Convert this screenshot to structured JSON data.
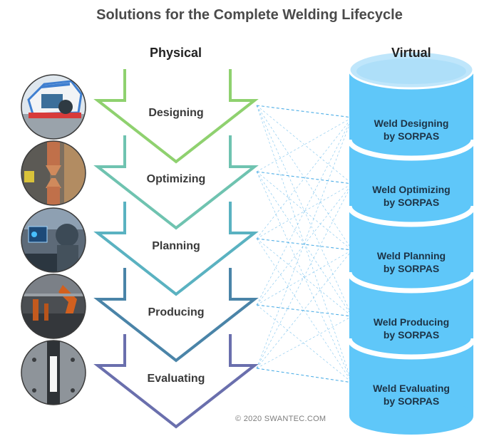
{
  "title": "Solutions for the Complete Welding Lifecycle",
  "physical_heading": "Physical",
  "virtual_heading": "Virtual",
  "stages": [
    {
      "label": "Designing",
      "color": "#8fd16f",
      "photo": "car-body-assembly",
      "virtual_line1": "Weld Designing",
      "virtual_line2": "by SORPAS"
    },
    {
      "label": "Optimizing",
      "color": "#6fc3b0",
      "photo": "welding-electrodes",
      "virtual_line1": "Weld Optimizing",
      "virtual_line2": "by SORPAS"
    },
    {
      "label": "Planning",
      "color": "#5ab2c1",
      "photo": "operator-with-screen",
      "virtual_line1": "Weld Planning",
      "virtual_line2": "by SORPAS"
    },
    {
      "label": "Producing",
      "color": "#4a84a8",
      "photo": "robotic-production-line",
      "virtual_line1": "Weld Producing",
      "virtual_line2": "by SORPAS"
    },
    {
      "label": "Evaluating",
      "color": "#6a6fad",
      "photo": "tensile-test-fixture",
      "virtual_line1": "Weld Evaluating",
      "virtual_line2": "by SORPAS"
    }
  ],
  "cylinder_color": "#5fc7f9",
  "connector_color": "#47abe6",
  "copyright": "© 2020 SWANTEC.COM"
}
